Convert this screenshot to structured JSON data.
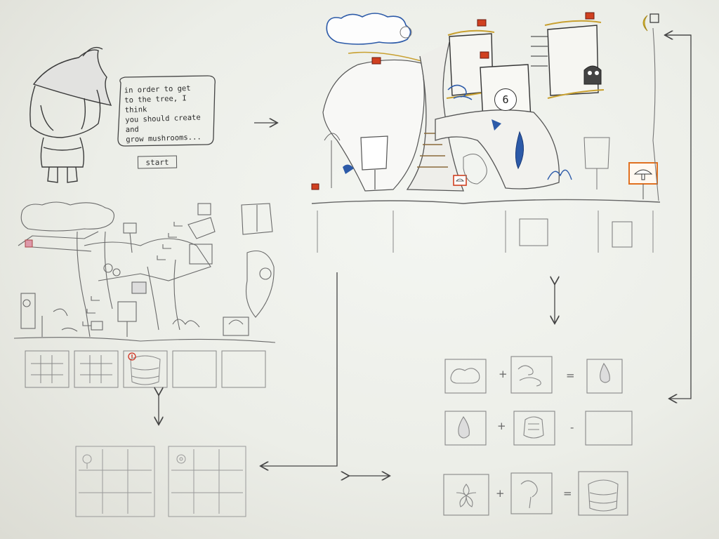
{
  "intro": {
    "speech_text": "in order to get\nto the tree, I think\nyou should create and\ngrow mushrooms...",
    "start_label": "start"
  },
  "game_scene": {
    "tree_counter": "6"
  },
  "recipes": [
    {
      "a": "cloud-icon",
      "op1": "+",
      "b": "wind-icon",
      "op2": "=",
      "result": "raindrop-icon"
    },
    {
      "a": "raindrop-icon",
      "op1": "+",
      "b": "seed-icon",
      "op2": "-",
      "result": "empty-slot"
    },
    {
      "a": "flower-icon",
      "op1": "+",
      "b": "sprout-icon",
      "op2": "=",
      "result": "barrel-icon"
    }
  ],
  "colors": {
    "paper": "#eceee8",
    "pencil": "#555555",
    "accent_orange": "#e07020",
    "accent_red": "#c83020",
    "accent_yellow": "#e0c030",
    "accent_blue": "#2c5aa8",
    "accent_green": "#6a8a3a"
  }
}
